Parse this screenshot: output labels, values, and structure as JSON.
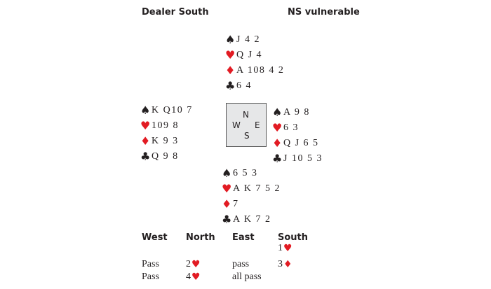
{
  "header": {
    "dealer": "Dealer South",
    "vulnerability": "NS vulnerable"
  },
  "suit_symbols": {
    "spades": "♠",
    "hearts": "♥",
    "diamonds": "♦",
    "clubs": "♣"
  },
  "colors": {
    "red_suit": "#e21b23",
    "black_suit": "#231f20",
    "compass_bg": "#e6e7e8"
  },
  "hands": {
    "north": {
      "spades": "J 4 2",
      "hearts": "Q J 4",
      "diamonds": "A 108 4 2",
      "clubs": "6 4"
    },
    "west": {
      "spades": "K Q10 7",
      "hearts": "109 8",
      "diamonds": "K 9 3",
      "clubs": "Q 9 8"
    },
    "east": {
      "spades": "A 9 8",
      "hearts": "6 3",
      "diamonds": "Q J 6 5",
      "clubs": "J 10 5 3"
    },
    "south": {
      "spades": "6 5 3",
      "hearts": "A K 7 5 2",
      "diamonds": "7",
      "clubs": "A K 7 2"
    }
  },
  "compass": {
    "n": "N",
    "w": "W",
    "e": "E",
    "s": "S"
  },
  "auction": {
    "headers": [
      "West",
      "North",
      "East",
      "South"
    ],
    "rows": [
      {
        "west": "",
        "north": "",
        "east": "",
        "south": "1",
        "south_suit": "♥"
      },
      {
        "west": "Pass",
        "north": "2",
        "north_suit": "♥",
        "east": "pass",
        "south": "3",
        "south_suit": "♦"
      },
      {
        "west": "Pass",
        "north": "4",
        "north_suit": "♥",
        "east": "all pass",
        "south": ""
      }
    ]
  }
}
